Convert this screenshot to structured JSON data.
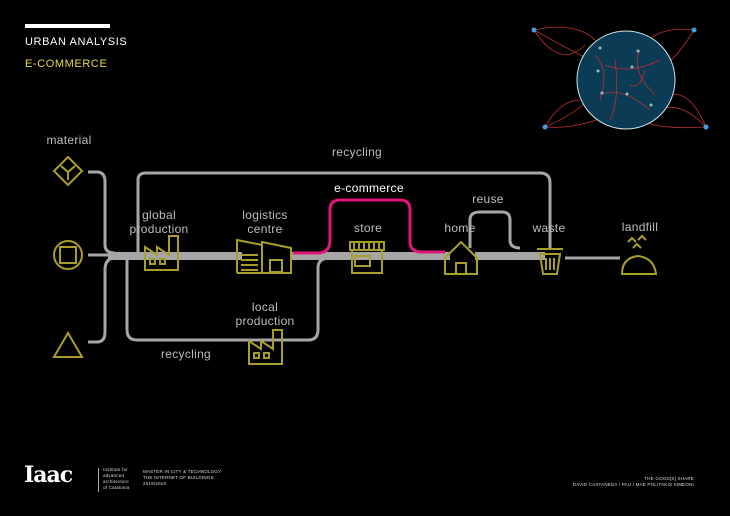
{
  "header": {
    "title": "URBAN ANALYSIS",
    "subtitle": "E-COMMERCE"
  },
  "diagram": {
    "material": "material",
    "recycling_top": "recycling",
    "recycling_bottom": "recycling",
    "ecommerce": "e-commerce",
    "reuse": "reuse",
    "global_production": [
      "global",
      "production"
    ],
    "logistics_centre": [
      "logistics",
      "centre"
    ],
    "local_production": [
      "local",
      "production"
    ],
    "store": "store",
    "home": "home",
    "waste": "waste",
    "landfill": "landfill"
  },
  "colors": {
    "accent_yellow": "#e6d84a",
    "icon": "#a89f2a",
    "line": "#a6a6a6",
    "ecommerce": "#e0157a",
    "globe": "#0c3b55"
  },
  "footer": {
    "logo": "Iaac",
    "institute": [
      "Institute for",
      "advanced",
      "architecture",
      "of Catalonia"
    ],
    "program": [
      "MASTER IN CITY & TECHNOLOGY",
      "THE INTERNET OF BUILDINGS",
      "2018/2019"
    ],
    "project": "THE GOOD[S] SHARE",
    "authors": "DAVID CASTAÑEDA / PAU / MAE POLITAKIS SIMEONI"
  }
}
